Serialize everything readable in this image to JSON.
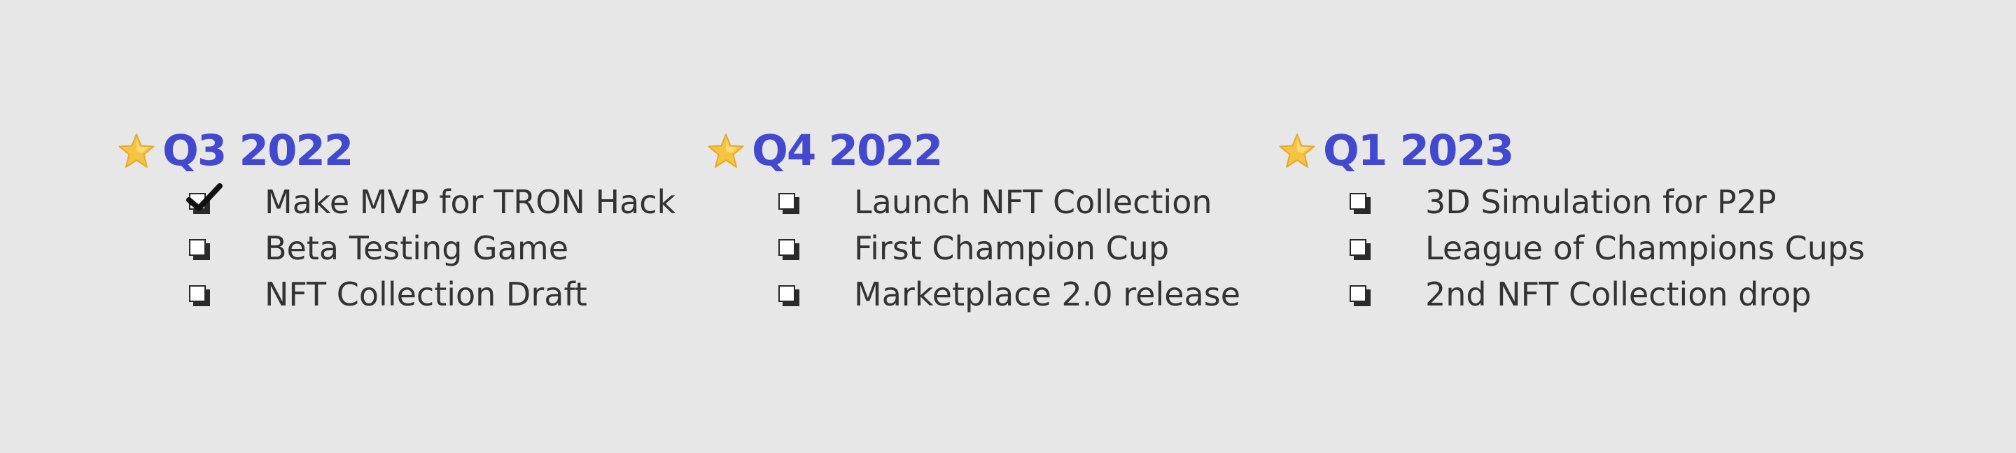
{
  "columns": [
    {
      "title": "Q3 2022",
      "tasks": [
        {
          "label": "Make MVP for TRON Hack",
          "done": true
        },
        {
          "label": "Beta Testing Game",
          "done": false
        },
        {
          "label": "NFT Collection Draft",
          "done": false
        }
      ]
    },
    {
      "title": "Q4 2022",
      "tasks": [
        {
          "label": "Launch NFT Collection",
          "done": false
        },
        {
          "label": "First Champion Cup",
          "done": false
        },
        {
          "label": "Marketplace 2.0 release",
          "done": false
        }
      ]
    },
    {
      "title": "Q1 2023",
      "tasks": [
        {
          "label": "3D Simulation for P2P",
          "done": false
        },
        {
          "label": "League of Champions Cups",
          "done": false
        },
        {
          "label": "2nd NFT Collection drop",
          "done": false
        }
      ]
    }
  ],
  "colors": {
    "background": "#e7e7e8",
    "heading": "#4349cf",
    "text": "#333333",
    "star": "#f6c343"
  },
  "icons": {
    "heading": "star-icon",
    "pending": "checkbox-icon",
    "done": "checkmark-icon"
  }
}
